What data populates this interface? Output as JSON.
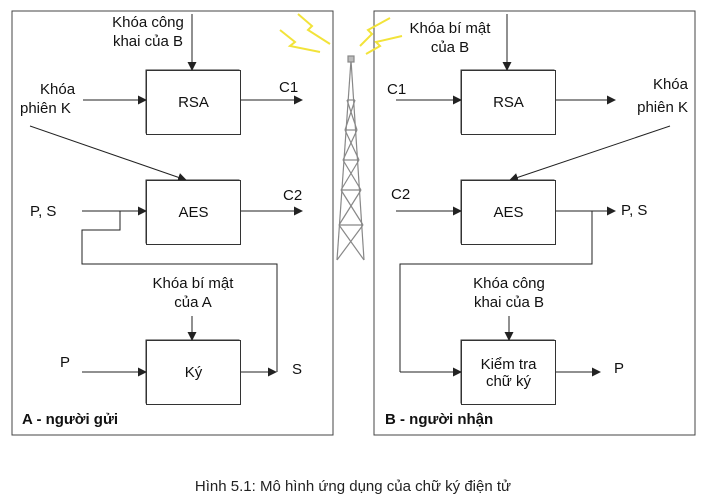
{
  "panel_a": {
    "title": "A - người gửi",
    "rsa_box": "RSA",
    "aes_box": "AES",
    "sign_box": "Ký",
    "public_key_b_line1": "Khóa công",
    "public_key_b_line2": "khai của B",
    "session_key_line1": "Khóa",
    "session_key_line2": "phiên K",
    "output_c1": "C1",
    "output_c2": "C2",
    "input_ps": "P, S",
    "private_key_a_line1": "Khóa bí mật",
    "private_key_a_line2": "của A",
    "input_p": "P",
    "output_s": "S"
  },
  "panel_b": {
    "title": "B - người nhận",
    "rsa_box": "RSA",
    "aes_box": "AES",
    "verify_box_line1": "Kiểm tra",
    "verify_box_line2": "chữ ký",
    "private_key_b_line1": "Khóa bí mật",
    "private_key_b_line2": "của B",
    "input_c1": "C1",
    "session_key_line1": "Khóa",
    "session_key_line2": "phiên K",
    "input_c2": "C2",
    "output_ps": "P, S",
    "public_key_b_line1": "Khóa công",
    "public_key_b_line2": "khai của B",
    "output_p": "P"
  },
  "caption": "Hình 5.1: Mô hình ứng dụng của chữ ký điện tử",
  "colors": {
    "line": "#222222",
    "signal": "#f2e33a"
  }
}
